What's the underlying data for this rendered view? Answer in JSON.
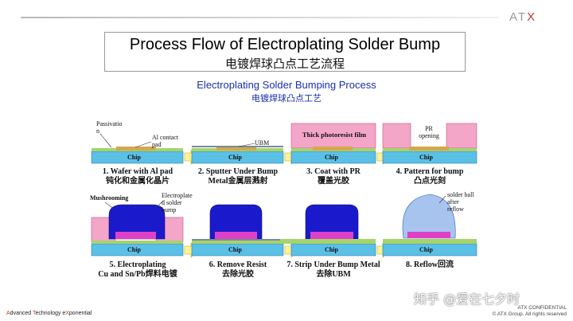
{
  "header": {
    "logo_text": "ATX",
    "title_en": "Process Flow of Electroplating Solder Bump",
    "title_cn": "电镀焊球凸点工艺流程"
  },
  "subtitle": {
    "en": "Electroplating Solder Bumping Process",
    "cn": "电镀焊球凸点工艺"
  },
  "labels": {
    "chip": "Chip",
    "passivation": "Passivatio\nn",
    "al_contact_pad": "Al contact\npad",
    "ubm": "UBM",
    "thick_photoresist": "Thick photoresist film",
    "pr_opening": "PR\nopening",
    "mushrooming": "Mushrooming",
    "electroplated_solder_bump": "Electroplate\nd solder\nbump",
    "solder_ball_after_reflow": "solder ball\nafter\nreflow"
  },
  "steps": [
    {
      "caption_en": "1. Wafer with Al pad",
      "caption_cn": "钝化和金属化晶片"
    },
    {
      "caption_en": "2. Sputter Under Bump",
      "caption_cn": "Metal金属层溅射"
    },
    {
      "caption_en": "3. Coat with PR",
      "caption_cn": "覆盖光胶"
    },
    {
      "caption_en": "4. Pattern for bump",
      "caption_cn": "凸点光刻"
    },
    {
      "caption_en": "5. Electroplating",
      "caption_cn": "Cu and Sn/Pb焊料电镀"
    },
    {
      "caption_en": "6. Remove Resist",
      "caption_cn": "去除光胶"
    },
    {
      "caption_en": "7. Strip Under Bump Metal",
      "caption_cn": "去除UBM"
    },
    {
      "caption_en": "8. Reflow回流",
      "caption_cn": ""
    }
  ],
  "footer": {
    "left_a": "A",
    "left_b": "dvanced ",
    "left_c": "T",
    "left_d": "echnology e",
    "left_e": "X",
    "left_f": "ponential",
    "confidential": "ATX CONFIDENTIAL",
    "copyright": "© ATX Group. All rights reserved"
  },
  "watermark": "知乎 @爱在七夕时",
  "colors": {
    "chip": "#5bc0e6",
    "photoresist": "#f4a6c8",
    "solder": "#1a1acc",
    "copper": "#e040c8",
    "arrow": "#ffe95a",
    "al_pad": "#d4a84b"
  }
}
